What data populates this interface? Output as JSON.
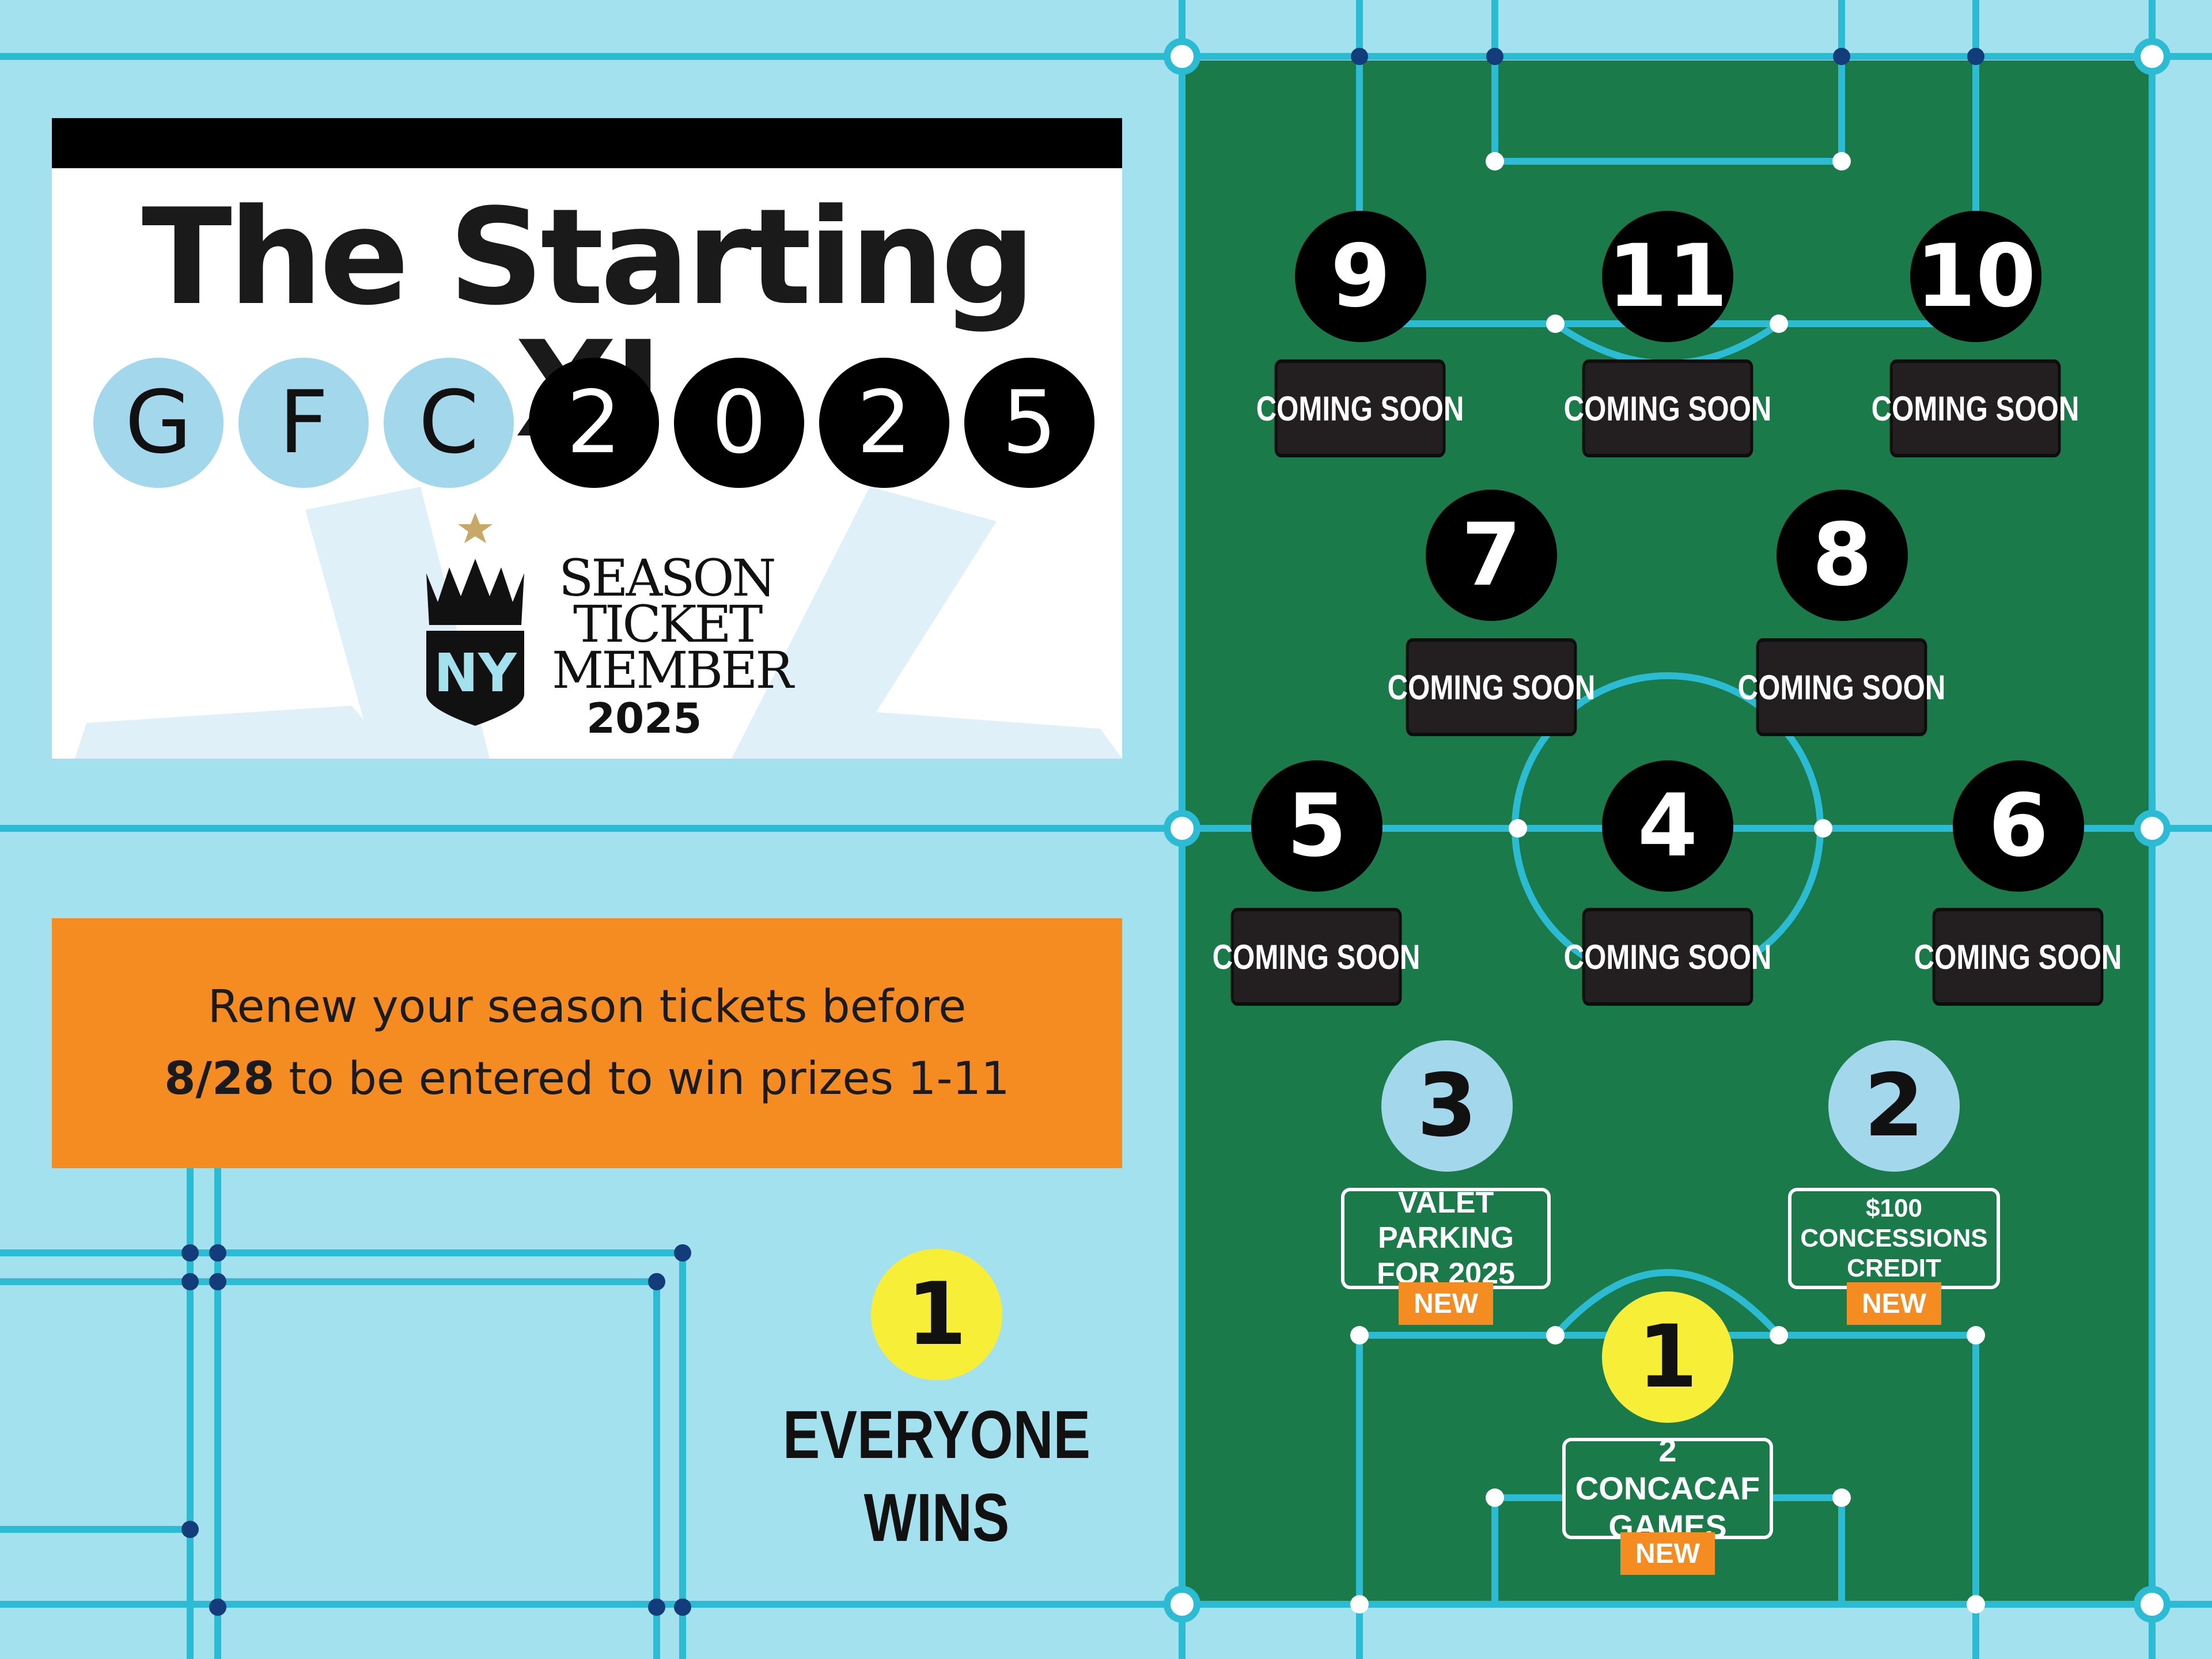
{
  "title": "The Starting XI",
  "chips": [
    "G",
    "F",
    "C",
    "2",
    "0",
    "2",
    "5"
  ],
  "badge": {
    "lines": [
      "SEASON",
      "TICKET",
      "MEMBER"
    ],
    "year": "2025",
    "logo_text": "NY"
  },
  "banner": {
    "line1": "Renew your season tickets before",
    "line2_bold": "8/28",
    "line2_rest": " to be entered to win prizes 1-11"
  },
  "everyone": {
    "number": "1",
    "line1": "EVERYONE",
    "line2": "WINS"
  },
  "coming_soon_label": "COMING SOON",
  "positions": {
    "p9": "9",
    "p11": "11",
    "p10": "10",
    "p7": "7",
    "p8": "8",
    "p5": "5",
    "p4": "4",
    "p6": "6",
    "p3": "3",
    "p2": "2",
    "p1": "1"
  },
  "prizes": {
    "p3": {
      "line1": "VALET PARKING",
      "line2": "FOR 2025",
      "tag": "NEW"
    },
    "p2": {
      "line1": "$100 CONCESSIONS",
      "line2": "CREDIT",
      "tag": "NEW"
    },
    "p1": {
      "line1": "2 CONCACAF",
      "line2": "GAMES",
      "tag": "NEW"
    }
  },
  "colors": {
    "background": "#a3e1ef",
    "line": "#2bbcd4",
    "pitch": "#1b7a4a",
    "orange": "#f48c22",
    "yellow": "#f7ee38",
    "light_chip": "#a3d8ec",
    "navy_dot": "#123d7a"
  }
}
